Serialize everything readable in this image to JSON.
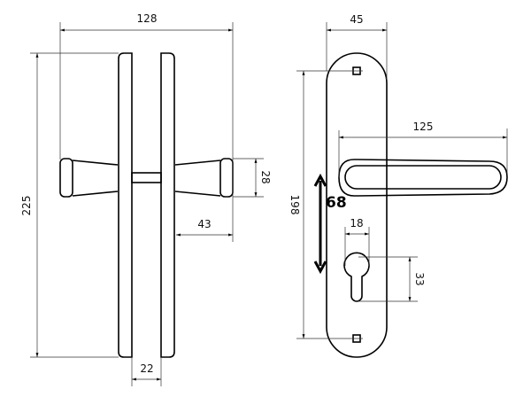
{
  "side_view": {
    "overall_width": "128",
    "plate_height": "225",
    "knob_height": "28",
    "handle_projection": "43",
    "door_thickness": "22"
  },
  "front_view": {
    "plate_width": "45",
    "screw_spacing": "198",
    "lever_length": "125",
    "lever_to_cylinder": "68",
    "cylinder_width": "18",
    "cylinder_height": "33"
  },
  "colors": {
    "line": "#000000"
  }
}
